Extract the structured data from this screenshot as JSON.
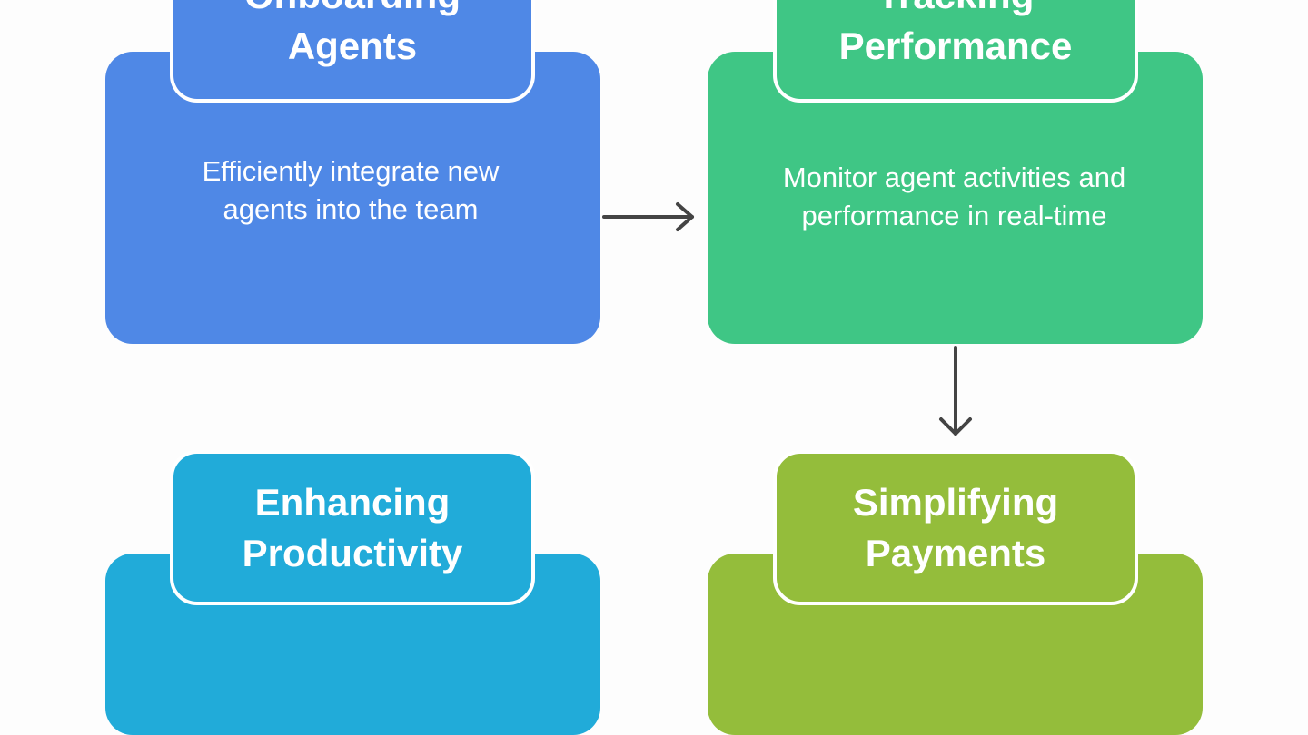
{
  "colors": {
    "blue": "#4f88e6",
    "green": "#3fc685",
    "cyan": "#21abd9",
    "olive": "#94bd3b",
    "arrow": "#444444",
    "background": "#fdfdfd"
  },
  "steps": [
    {
      "title_line1": "Onboarding",
      "title_line2": "Agents",
      "description": "Efficiently integrate new agents into the team",
      "color": "blue"
    },
    {
      "title_line1": "Tracking",
      "title_line2": "Performance",
      "description": "Monitor agent activities and performance in real-time",
      "color": "green"
    },
    {
      "title_line1": "Enhancing",
      "title_line2": "Productivity",
      "description": "",
      "color": "cyan"
    },
    {
      "title_line1": "Simplifying",
      "title_line2": "Payments",
      "description": "",
      "color": "olive"
    }
  ],
  "connectors": [
    {
      "from": "Onboarding Agents",
      "to": "Tracking Performance",
      "direction": "right"
    },
    {
      "from": "Tracking Performance",
      "to": "Simplifying Payments",
      "direction": "down"
    }
  ]
}
